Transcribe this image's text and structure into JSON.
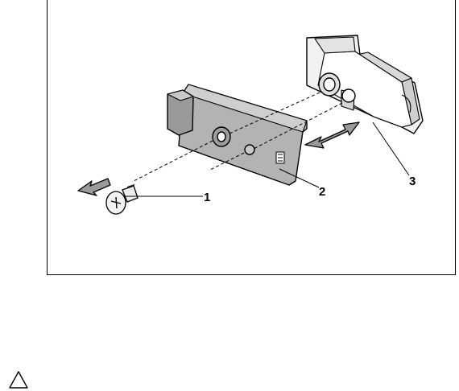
{
  "figure": {
    "callouts": [
      {
        "label": "1",
        "part": "screw"
      },
      {
        "label": "2",
        "part": "sensor-board"
      },
      {
        "label": "3",
        "part": "bracket"
      }
    ],
    "icons": {
      "remove_arrow": "arrow-left-icon",
      "slide_arrow": "double-arrow-icon",
      "caution": "warning-triangle-icon"
    }
  }
}
